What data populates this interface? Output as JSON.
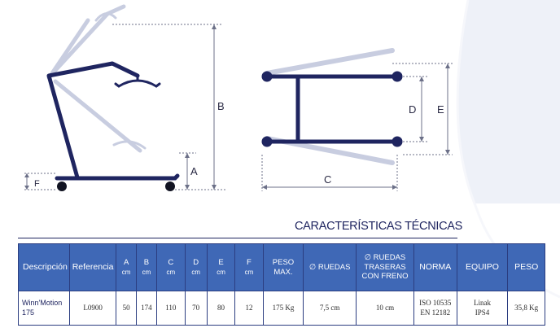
{
  "diagram_labels": {
    "a": "A",
    "b": "B",
    "c": "C",
    "d": "D",
    "e": "E",
    "f": "F"
  },
  "section_title": "CARACTERÍSTICAS TÉCNICAS",
  "table": {
    "headers": {
      "descripcion": "Descripción",
      "referencia": "Referencia",
      "a": "A",
      "b": "B",
      "c": "C",
      "d": "D",
      "e": "E",
      "f": "F",
      "unit": "cm",
      "peso_max": "PESO MAX.",
      "ruedas": "∅ RUEDAS",
      "ruedas_traseras": "∅ RUEDAS TRASERAS CON FRENO",
      "norma": "NORMA",
      "equipo": "EQUIPO",
      "peso": "PESO"
    },
    "row": {
      "descripcion": "Winn'Motion 175",
      "referencia": "L0900",
      "a": "50",
      "b": "174",
      "c": "110",
      "d": "70",
      "e": "80",
      "f": "12",
      "peso_max": "175 Kg",
      "ruedas": "7,5 cm",
      "ruedas_traseras": "10 cm",
      "norma_1": "ISO 10535",
      "norma_2": "EN 12182",
      "equipo_1": "Linak",
      "equipo_2": "IPS4",
      "peso": "35,8 Kg"
    }
  },
  "colors": {
    "header_bg": "#3f68b6",
    "navy": "#1f2560",
    "frame_light": "#c8cde0",
    "background_panel": "#eef1f8"
  }
}
